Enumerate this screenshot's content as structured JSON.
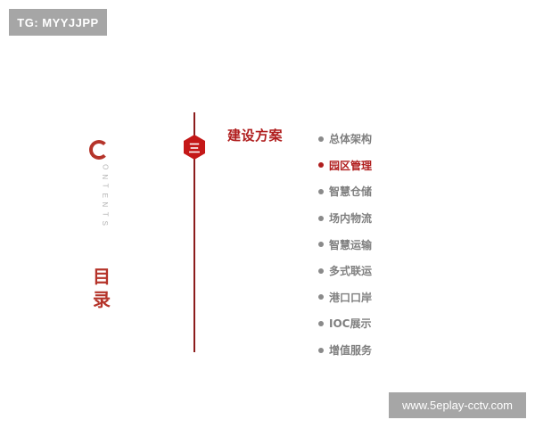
{
  "watermarks": {
    "top_left": "TG: MYYJJPP",
    "bottom_right": "www.5eplay-cctv.com"
  },
  "contents": {
    "letters": [
      "O",
      "N",
      "T",
      "E",
      "N",
      "T",
      "S"
    ],
    "title": "目录"
  },
  "section": {
    "number": "三",
    "title": "建设方案"
  },
  "menu": {
    "items": [
      {
        "label": "总体架构",
        "active": false
      },
      {
        "label": "园区管理",
        "active": true
      },
      {
        "label": "智慧仓储",
        "active": false
      },
      {
        "label": "场内物流",
        "active": false
      },
      {
        "label": "智慧运输",
        "active": false
      },
      {
        "label": "多式联运",
        "active": false
      },
      {
        "label": "港口口岸",
        "active": false
      },
      {
        "label": "IOC展示",
        "active": false
      },
      {
        "label": "增值服务",
        "active": false
      }
    ]
  },
  "colors": {
    "accent": "#b01e1e",
    "hexagon": "#c41818",
    "timeline": "#8c1c1c",
    "inactive_text": "#7f7f7f",
    "watermark_bg": "#a6a6a6"
  }
}
